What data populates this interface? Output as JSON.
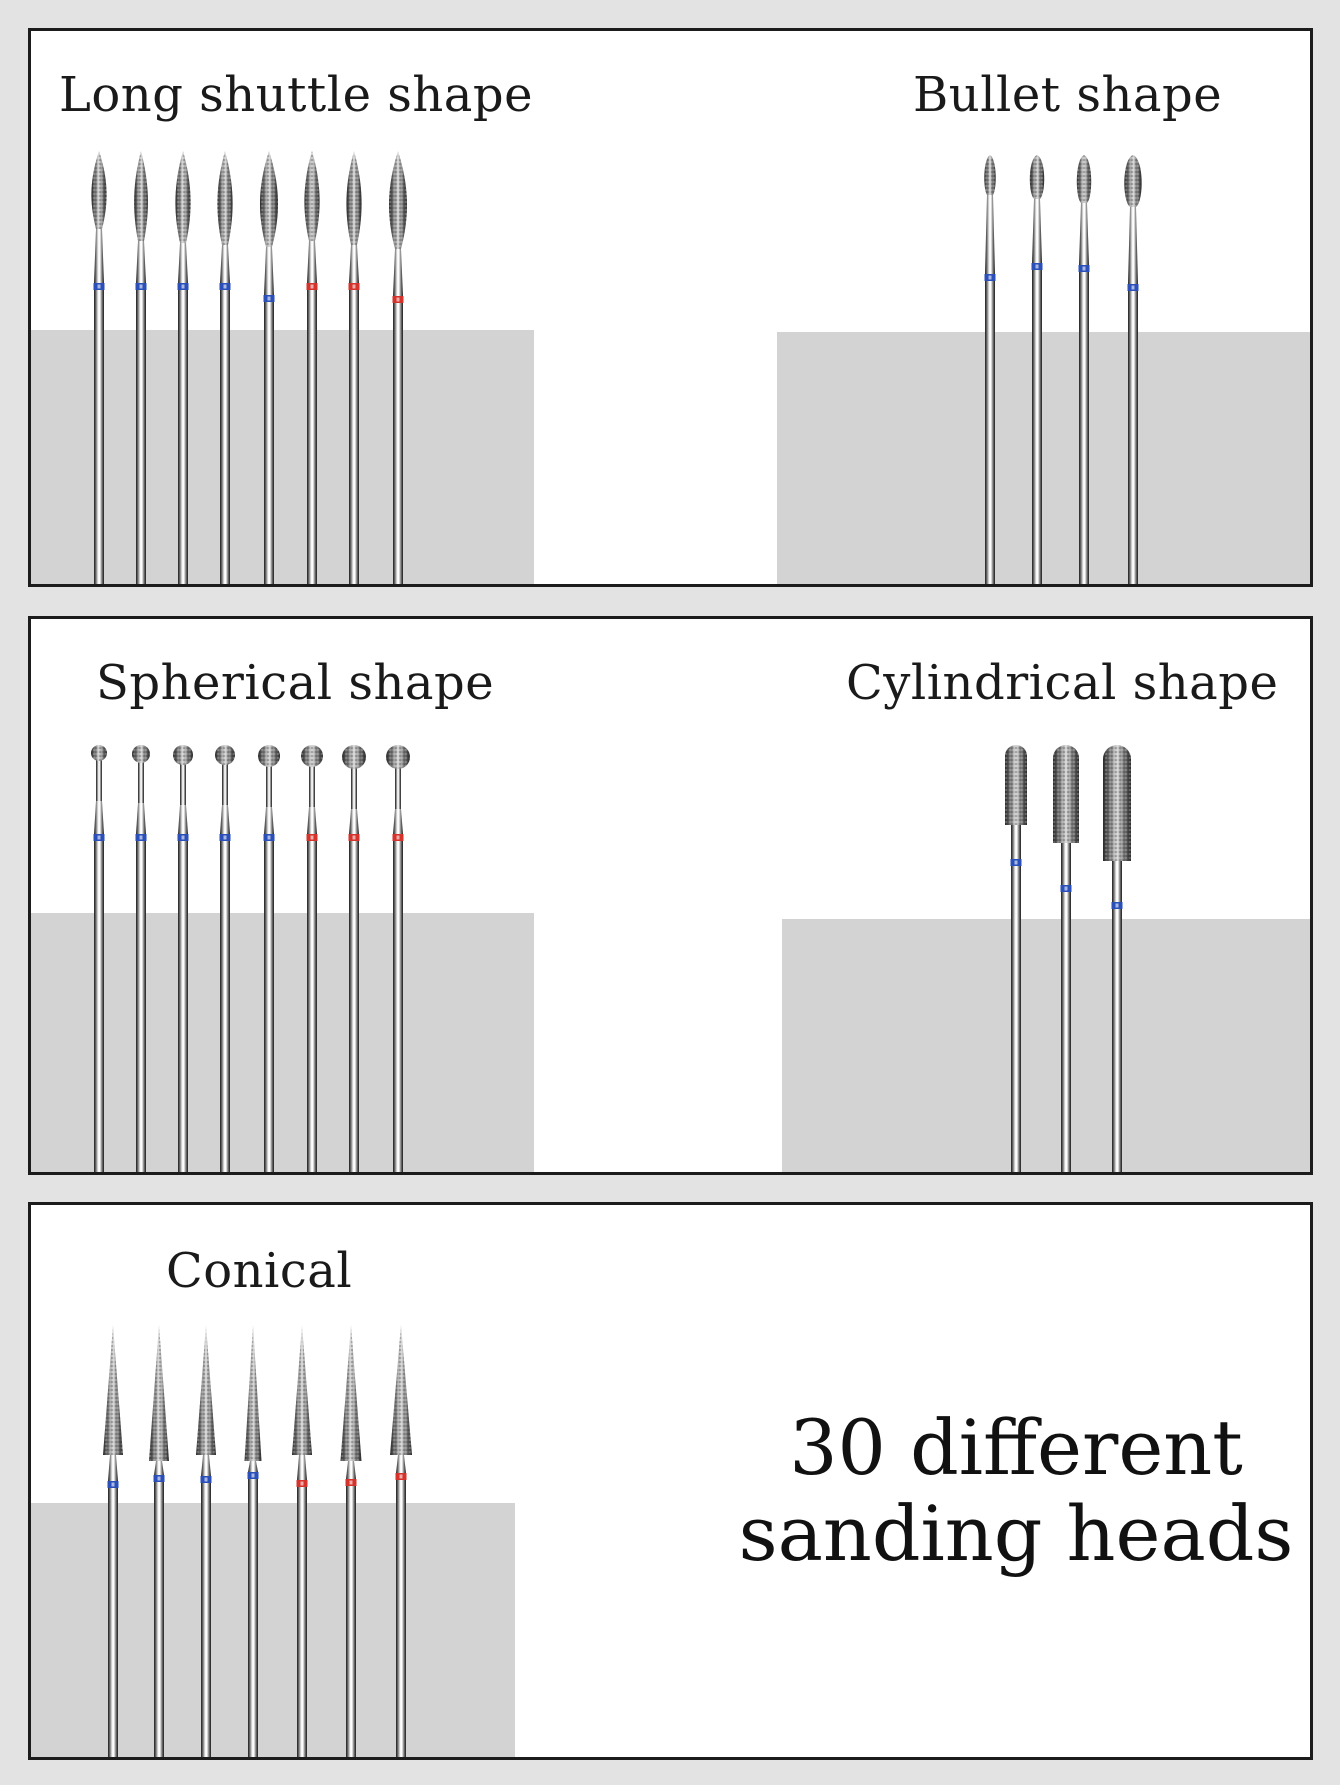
{
  "panels": {
    "long_shuttle": {
      "title": "Long shuttle shape"
    },
    "bullet": {
      "title": "Bullet shape"
    },
    "spherical": {
      "title": "Spherical shape"
    },
    "cylindrical": {
      "title": "Cylindrical shape"
    },
    "conical": {
      "title": "Conical"
    }
  },
  "headline": {
    "line1": "30 different",
    "line2": "sanding heads"
  },
  "colors": {
    "blue_band": "#2a4fb8",
    "red_band": "#d4322b",
    "backdrop_gray": "#d3d3d3",
    "border": "#1c1c1c"
  }
}
